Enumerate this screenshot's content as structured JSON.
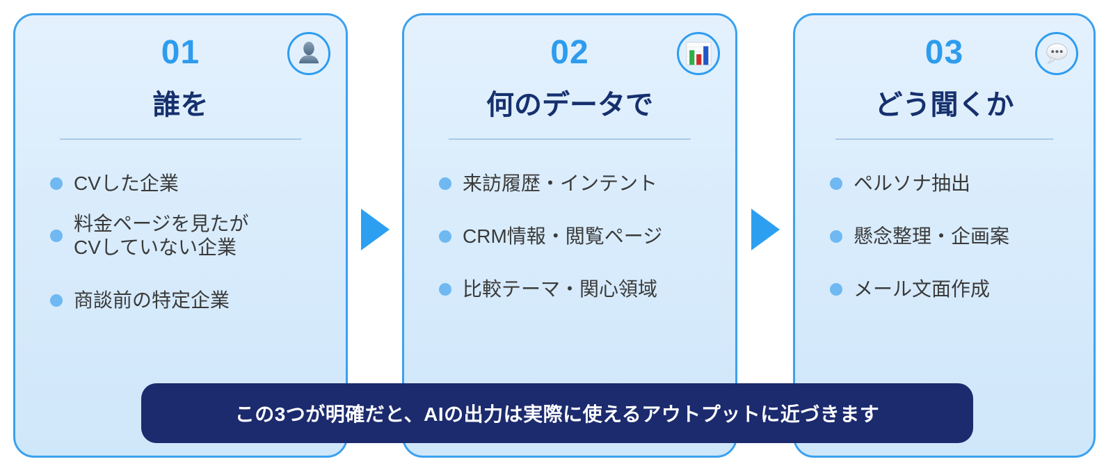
{
  "banner": {
    "text": "この3つが明確だと、AIの出力は実際に使えるアウトプットに近づきます"
  },
  "cards": [
    {
      "number": "01",
      "title": "誰を",
      "icon": "person-icon",
      "items": [
        {
          "lines": [
            "CVした企業"
          ]
        },
        {
          "lines": [
            "料金ページを見たが",
            "CVしていない企業"
          ]
        },
        {
          "lines": [
            "商談前の特定企業"
          ]
        }
      ]
    },
    {
      "number": "02",
      "title": "何のデータで",
      "icon": "bar-chart-icon",
      "items": [
        {
          "lines": [
            "来訪履歴・インテント"
          ]
        },
        {
          "lines": [
            "CRM情報・閲覧ページ"
          ]
        },
        {
          "lines": [
            "比較テーマ・関心領域"
          ]
        }
      ]
    },
    {
      "number": "03",
      "title": "どう聞くか",
      "icon": "speech-bubble-icon",
      "items": [
        {
          "lines": [
            "ペルソナ抽出"
          ]
        },
        {
          "lines": [
            "懸念整理・企画案"
          ]
        },
        {
          "lines": [
            "メール文面作成"
          ]
        }
      ]
    }
  ],
  "colors": {
    "card_border": "#3ba1ef",
    "card_bg_top": "#e4f1fd",
    "card_bg_bottom": "#cfe7fa",
    "number": "#2d9cee",
    "title": "#16306e",
    "divider": "#a9c9e6",
    "bullet_dot": "#70b8f1",
    "body_text": "#3a3a3a",
    "arrow": "#2d9ff1",
    "banner_bg": "#1c2b6e",
    "banner_text": "#ffffff",
    "icon_ring": "#2e9cf0"
  }
}
